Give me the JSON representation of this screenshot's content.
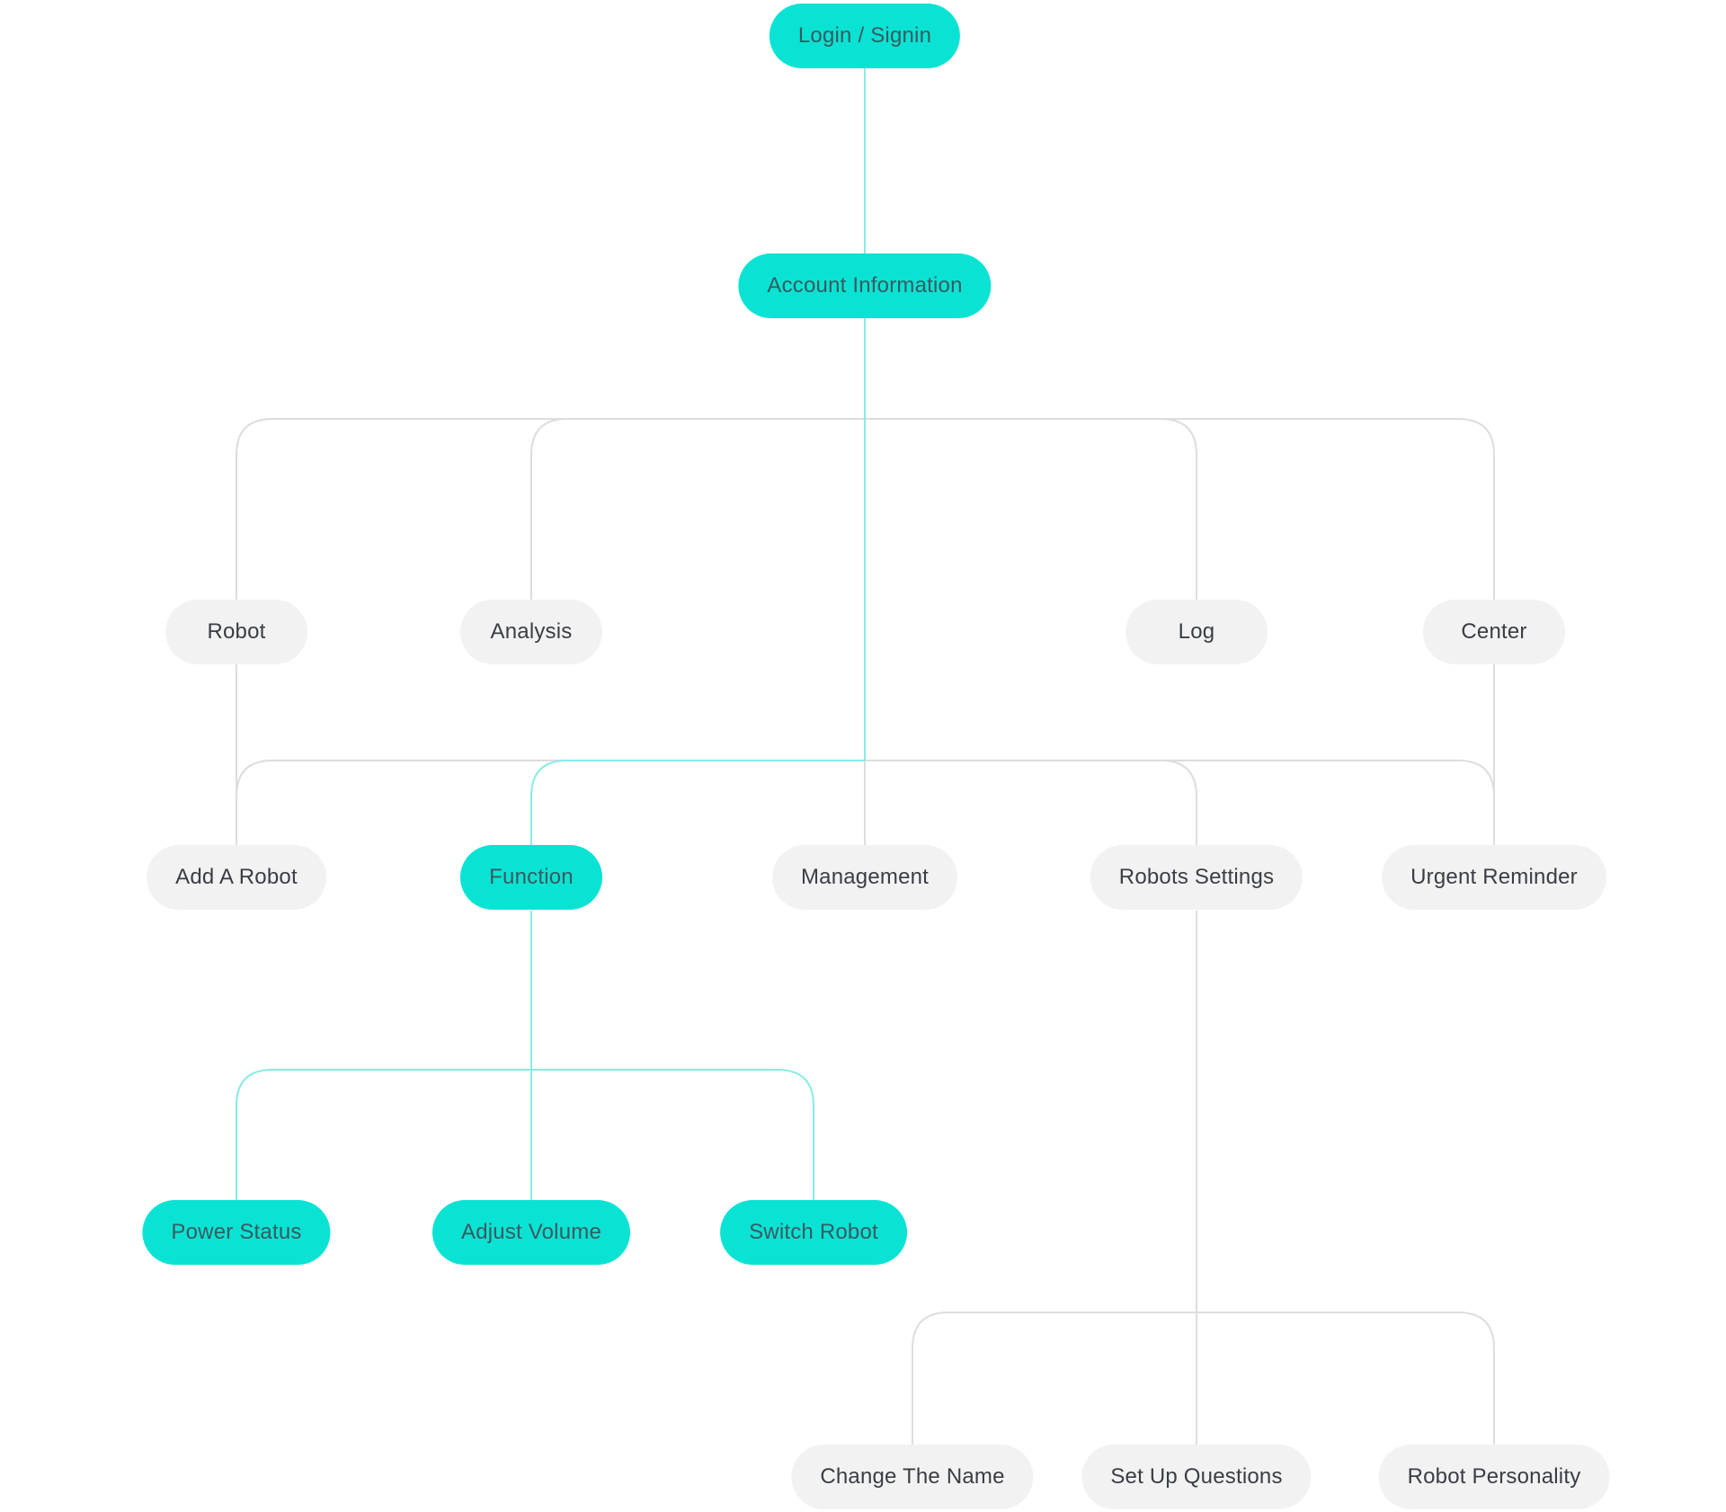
{
  "diagram": {
    "type": "sitemap-flowchart",
    "colors": {
      "node_highlight": "#0AE3D3",
      "node_default": "#F2F2F3",
      "edge_highlight": "#87ECE5",
      "edge_default": "#DDDDE0",
      "text_on_highlight": "#3A5A60",
      "text_on_default": "#3A3E44",
      "background": "#FFFFFF"
    },
    "nodes": [
      {
        "id": "login-signin",
        "label": "Login / Signin",
        "style": "highlight"
      },
      {
        "id": "account-information",
        "label": "Account Information",
        "style": "highlight"
      },
      {
        "id": "robot",
        "label": "Robot",
        "style": "default"
      },
      {
        "id": "analysis",
        "label": "Analysis",
        "style": "default"
      },
      {
        "id": "log",
        "label": "Log",
        "style": "default"
      },
      {
        "id": "center",
        "label": "Center",
        "style": "default"
      },
      {
        "id": "add-a-robot",
        "label": "Add A Robot",
        "style": "default"
      },
      {
        "id": "function",
        "label": "Function",
        "style": "highlight"
      },
      {
        "id": "management",
        "label": "Management",
        "style": "default"
      },
      {
        "id": "robots-settings",
        "label": "Robots Settings",
        "style": "default"
      },
      {
        "id": "urgent-reminder",
        "label": "Urgent Reminder",
        "style": "default"
      },
      {
        "id": "power-status",
        "label": "Power Status",
        "style": "highlight"
      },
      {
        "id": "adjust-volume",
        "label": "Adjust Volume",
        "style": "highlight"
      },
      {
        "id": "switch-robot",
        "label": "Switch Robot",
        "style": "highlight"
      },
      {
        "id": "change-the-name",
        "label": "Change The Name",
        "style": "default"
      },
      {
        "id": "set-up-questions",
        "label": "Set Up Questions",
        "style": "default"
      },
      {
        "id": "robot-personality",
        "label": "Robot Personality",
        "style": "default"
      }
    ],
    "edges": [
      {
        "from": "login-signin",
        "to": "account-information",
        "style": "highlight"
      },
      {
        "from": "account-information",
        "to": "robot",
        "style": "default"
      },
      {
        "from": "account-information",
        "to": "analysis",
        "style": "default"
      },
      {
        "from": "account-information",
        "to": "log",
        "style": "default"
      },
      {
        "from": "account-information",
        "to": "center",
        "style": "default"
      },
      {
        "from": "account-information",
        "to": "add-a-robot",
        "style": "default"
      },
      {
        "from": "account-information",
        "to": "function",
        "style": "highlight"
      },
      {
        "from": "account-information",
        "to": "management",
        "style": "default"
      },
      {
        "from": "account-information",
        "to": "robots-settings",
        "style": "default"
      },
      {
        "from": "account-information",
        "to": "urgent-reminder",
        "style": "default"
      },
      {
        "from": "robot",
        "to": "add-a-robot",
        "style": "default"
      },
      {
        "from": "center",
        "to": "urgent-reminder",
        "style": "default"
      },
      {
        "from": "function",
        "to": "power-status",
        "style": "highlight"
      },
      {
        "from": "function",
        "to": "adjust-volume",
        "style": "highlight"
      },
      {
        "from": "function",
        "to": "switch-robot",
        "style": "highlight"
      },
      {
        "from": "robots-settings",
        "to": "change-the-name",
        "style": "default"
      },
      {
        "from": "robots-settings",
        "to": "set-up-questions",
        "style": "default"
      },
      {
        "from": "robots-settings",
        "to": "robot-personality",
        "style": "default"
      }
    ]
  }
}
